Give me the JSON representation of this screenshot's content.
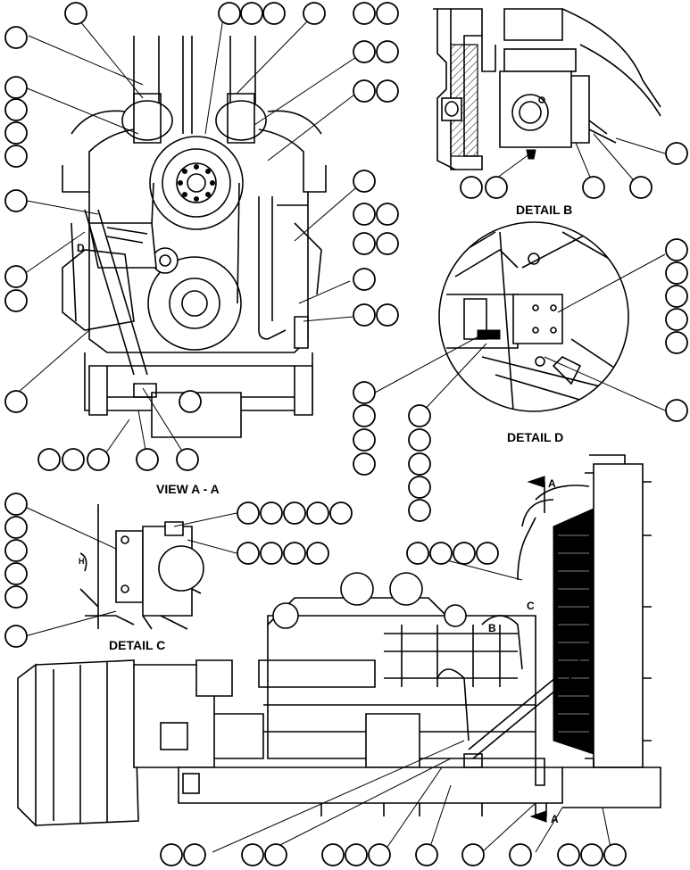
{
  "labels": {
    "view_aa": "VIEW A - A",
    "detail_b": "DETAIL B",
    "detail_c": "DETAIL C",
    "detail_d": "DETAIL D",
    "section_marker_top": "A",
    "section_marker_bottom": "A",
    "callout_b": "B",
    "callout_c": "C",
    "callout_d": "D"
  }
}
